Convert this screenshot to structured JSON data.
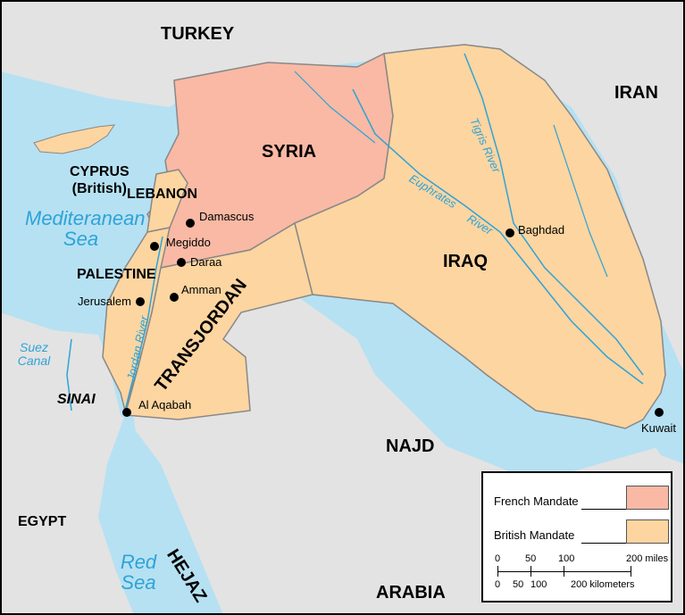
{
  "map": {
    "countries": {
      "turkey": "TURKEY",
      "iran": "IRAN",
      "syria": "SYRIA",
      "iraq": "IRAQ",
      "najd": "NAJD",
      "arabia": "ARABIA",
      "egypt": "EGYPT",
      "hejaz": "HEJAZ",
      "transjordan": "TRANSJORDAN",
      "lebanon": "LEBANON",
      "palestine": "PALESTINE",
      "cyprus": "CYPRUS",
      "cyprus_note": "(British)",
      "sinai": "SINAI"
    },
    "water": {
      "mediterranean_line1": "Mediteranean",
      "mediterranean_line2": "Sea",
      "red_sea_line1": "Red",
      "red_sea_line2": "Sea",
      "suez_line1": "Suez",
      "suez_line2": "Canal",
      "jordan_river": "Jordan River",
      "tigris": "Tigris River",
      "euphrates": "Euphrates",
      "euphrates_2": "River"
    },
    "cities": {
      "damascus": "Damascus",
      "megiddo": "Megiddo",
      "daraa": "Daraa",
      "amman": "Amman",
      "jerusalem": "Jerusalem",
      "aqabah": "Al Aqabah",
      "baghdad": "Baghdad",
      "kuwait": "Kuwait"
    },
    "colors": {
      "french": "#f9b9a4",
      "british": "#fdd5a0",
      "water": "#b6e1f2",
      "land": "#e3e3e3",
      "border": "#888888",
      "river": "#2ea3d8"
    }
  },
  "legend": {
    "french_label": "French Mandate",
    "british_label": "British Mandate",
    "miles": {
      "ticks": [
        "0",
        "50",
        "100",
        "200 miles"
      ]
    },
    "km": {
      "ticks": [
        "0",
        "50",
        "100",
        "200 kilometers"
      ]
    }
  }
}
